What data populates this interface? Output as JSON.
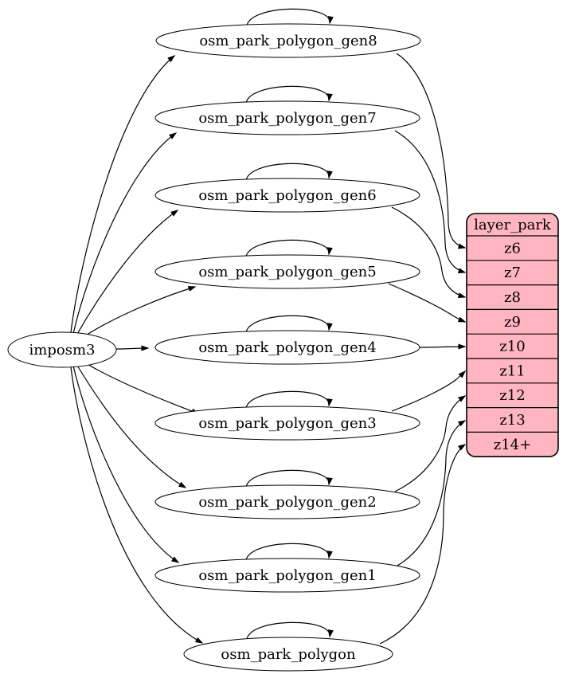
{
  "diagram": {
    "type": "etl-flow-graph",
    "background": "#ffffff",
    "imposm_node": {
      "id": "imposm3",
      "label": "imposm3"
    },
    "table_nodes": [
      {
        "id": "osm_park_polygon_gen8",
        "label": "osm_park_polygon_gen8"
      },
      {
        "id": "osm_park_polygon_gen7",
        "label": "osm_park_polygon_gen7"
      },
      {
        "id": "osm_park_polygon_gen6",
        "label": "osm_park_polygon_gen6"
      },
      {
        "id": "osm_park_polygon_gen5",
        "label": "osm_park_polygon_gen5"
      },
      {
        "id": "osm_park_polygon_gen4",
        "label": "osm_park_polygon_gen4"
      },
      {
        "id": "osm_park_polygon_gen3",
        "label": "osm_park_polygon_gen3"
      },
      {
        "id": "osm_park_polygon_gen2",
        "label": "osm_park_polygon_gen2"
      },
      {
        "id": "osm_park_polygon_gen1",
        "label": "osm_park_polygon_gen1"
      },
      {
        "id": "osm_park_polygon",
        "label": "osm_park_polygon"
      }
    ],
    "layer_table": {
      "id": "layer_park",
      "header": "layer_park",
      "rows": [
        "z6",
        "z7",
        "z8",
        "z9",
        "z10",
        "z11",
        "z12",
        "z13",
        "z14+"
      ]
    },
    "edges": [
      {
        "from": "imposm3",
        "to": "osm_park_polygon_gen8"
      },
      {
        "from": "imposm3",
        "to": "osm_park_polygon_gen7"
      },
      {
        "from": "imposm3",
        "to": "osm_park_polygon_gen6"
      },
      {
        "from": "imposm3",
        "to": "osm_park_polygon_gen5"
      },
      {
        "from": "imposm3",
        "to": "osm_park_polygon_gen4"
      },
      {
        "from": "imposm3",
        "to": "osm_park_polygon_gen3"
      },
      {
        "from": "imposm3",
        "to": "osm_park_polygon_gen2"
      },
      {
        "from": "imposm3",
        "to": "osm_park_polygon_gen1"
      },
      {
        "from": "imposm3",
        "to": "osm_park_polygon"
      },
      {
        "from": "osm_park_polygon_gen8",
        "to": "osm_park_polygon_gen8"
      },
      {
        "from": "osm_park_polygon_gen7",
        "to": "osm_park_polygon_gen7"
      },
      {
        "from": "osm_park_polygon_gen6",
        "to": "osm_park_polygon_gen6"
      },
      {
        "from": "osm_park_polygon_gen5",
        "to": "osm_park_polygon_gen5"
      },
      {
        "from": "osm_park_polygon_gen4",
        "to": "osm_park_polygon_gen4"
      },
      {
        "from": "osm_park_polygon_gen3",
        "to": "osm_park_polygon_gen3"
      },
      {
        "from": "osm_park_polygon_gen2",
        "to": "osm_park_polygon_gen2"
      },
      {
        "from": "osm_park_polygon_gen1",
        "to": "osm_park_polygon_gen1"
      },
      {
        "from": "osm_park_polygon",
        "to": "osm_park_polygon"
      },
      {
        "from": "osm_park_polygon_gen8",
        "to": "z6"
      },
      {
        "from": "osm_park_polygon_gen7",
        "to": "z7"
      },
      {
        "from": "osm_park_polygon_gen6",
        "to": "z8"
      },
      {
        "from": "osm_park_polygon_gen5",
        "to": "z9"
      },
      {
        "from": "osm_park_polygon_gen4",
        "to": "z10"
      },
      {
        "from": "osm_park_polygon_gen3",
        "to": "z11"
      },
      {
        "from": "osm_park_polygon_gen2",
        "to": "z12"
      },
      {
        "from": "osm_park_polygon_gen1",
        "to": "z13"
      },
      {
        "from": "osm_park_polygon",
        "to": "z14+"
      }
    ],
    "colors": {
      "node_fill": "#ffffff",
      "table_fill": "#ffb6c1",
      "stroke": "#000000",
      "text": "#000000"
    }
  }
}
